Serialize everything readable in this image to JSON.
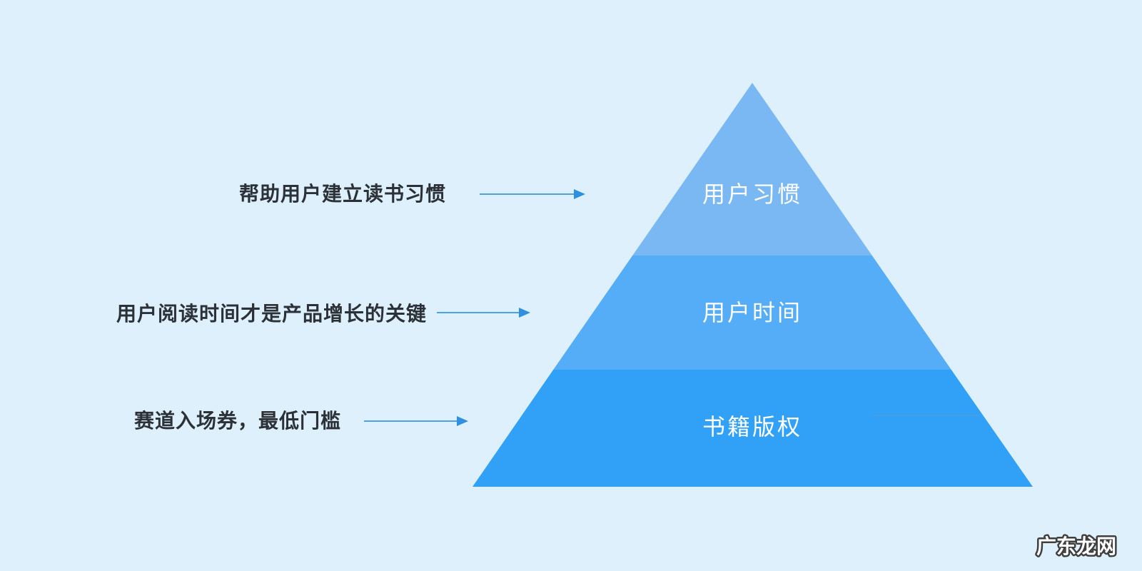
{
  "canvas": {
    "background_color": "#ddf0fb"
  },
  "pyramid": {
    "type": "three-tier pyramid diagram",
    "label_color": "#ffffff",
    "tiers": [
      {
        "label": "用户习惯",
        "color": "#7ab8f4"
      },
      {
        "label": "用户时间",
        "color": "#55acf7"
      },
      {
        "label": "书籍版权",
        "color": "#31a1f7"
      }
    ]
  },
  "annotations": [
    {
      "text": "帮助用户建立读书习惯",
      "points_to": "用户习惯"
    },
    {
      "text": "用户阅读时间才是产品增长的关键",
      "points_to": "用户时间"
    },
    {
      "text": "赛道入场券，最低门槛",
      "points_to": "书籍版权"
    }
  ],
  "arrows": {
    "line_color": "#4aa3e6",
    "head_color": "#2e90df"
  },
  "artifact_line_color": "#8a97a0",
  "watermark": {
    "text": "广东龙网",
    "fill_color": "#ffffff",
    "outline_color": "#3f3f3f"
  }
}
